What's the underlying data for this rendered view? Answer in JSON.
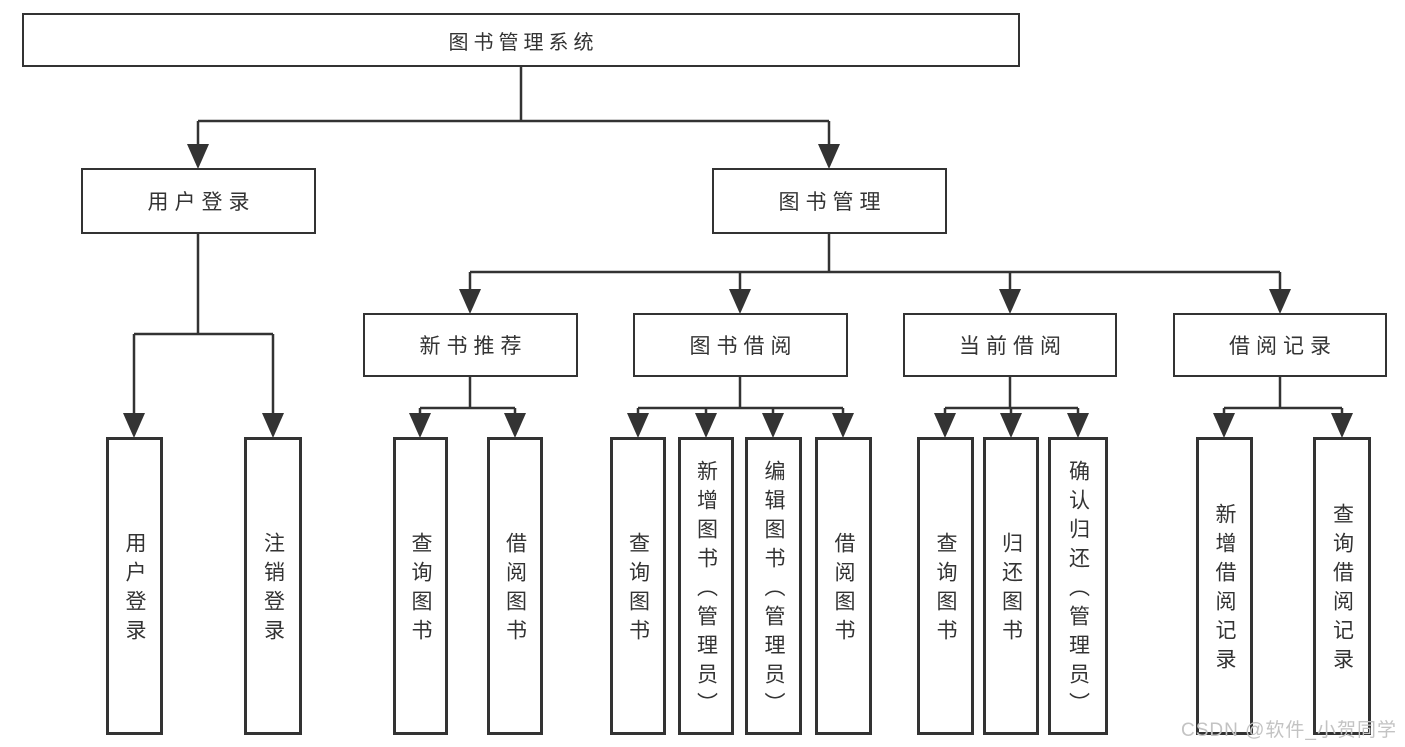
{
  "diagram": {
    "type": "tree",
    "root": {
      "label": "图书管理系统",
      "children": [
        {
          "label": "用户登录",
          "children": [
            {
              "label": "用户登录"
            },
            {
              "label": "注销登录"
            }
          ]
        },
        {
          "label": "图书管理",
          "children": [
            {
              "label": "新书推荐",
              "children": [
                {
                  "label": "查询图书"
                },
                {
                  "label": "借阅图书"
                }
              ]
            },
            {
              "label": "图书借阅",
              "children": [
                {
                  "label": "查询图书"
                },
                {
                  "label": "新增图书（管理员）"
                },
                {
                  "label": "编辑图书（管理员）"
                },
                {
                  "label": "借阅图书"
                }
              ]
            },
            {
              "label": "当前借阅",
              "children": [
                {
                  "label": "查询图书"
                },
                {
                  "label": "归还图书"
                },
                {
                  "label": "确认归还（管理员）"
                }
              ]
            },
            {
              "label": "借阅记录",
              "children": [
                {
                  "label": "新增借阅记录"
                },
                {
                  "label": "查询借阅记录"
                }
              ]
            }
          ]
        }
      ]
    }
  },
  "watermark": {
    "text": "CSDN @软件_小贺同学"
  },
  "colors": {
    "line": "#333333",
    "text": "#333333",
    "watermark": "#c3c3c3",
    "background": "#ffffff"
  }
}
